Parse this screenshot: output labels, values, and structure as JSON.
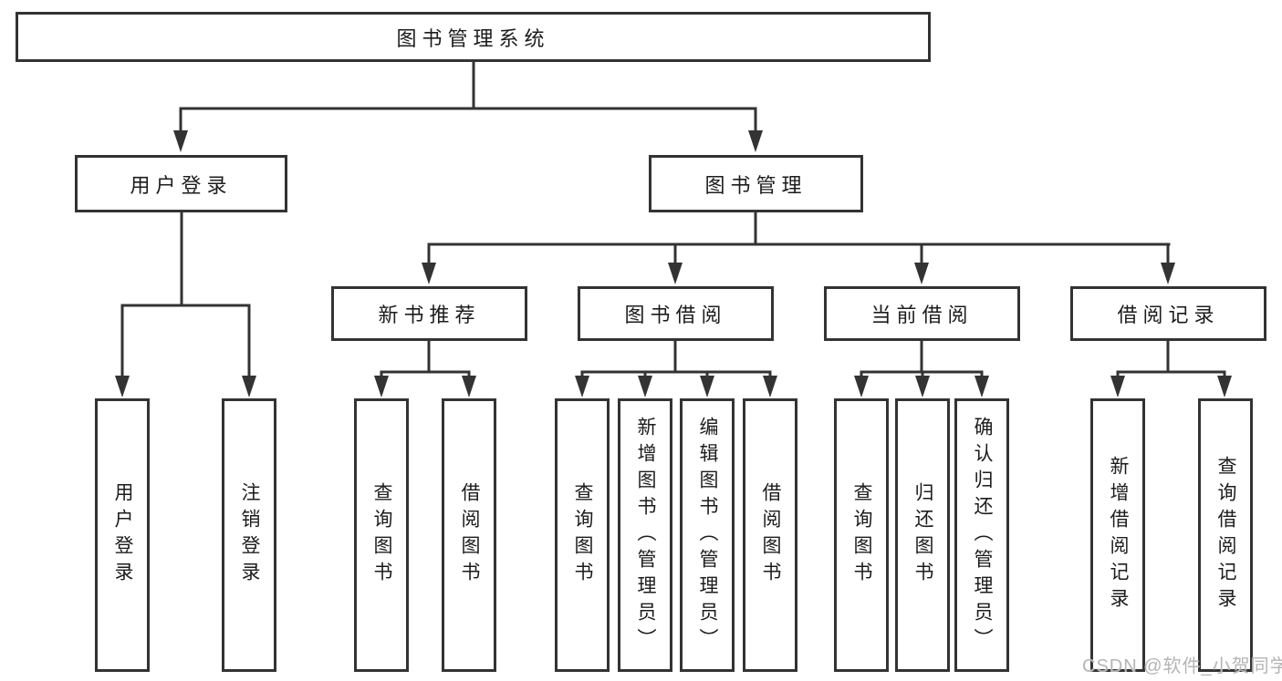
{
  "colors": {
    "background": "#ffffff",
    "line": "#333333",
    "node_border": "#333333",
    "node_fill": "#ffffff",
    "text": "#1c1c1c",
    "watermark": "#b5b5b5"
  },
  "watermark": {
    "text": "CSDN @软件_小贺同学"
  },
  "tree": {
    "root": {
      "label": "图书管理系统"
    },
    "children": [
      {
        "label": "用户登录",
        "children": [
          {
            "label": "用户登录"
          },
          {
            "label": "注销登录"
          }
        ]
      },
      {
        "label": "图书管理",
        "children": [
          {
            "label": "新书推荐",
            "children": [
              {
                "label": "查询图书"
              },
              {
                "label": "借阅图书"
              }
            ]
          },
          {
            "label": "图书借阅",
            "children": [
              {
                "label": "查询图书"
              },
              {
                "label": "新增图书（管理员）"
              },
              {
                "label": "编辑图书（管理员）"
              },
              {
                "label": "借阅图书"
              }
            ]
          },
          {
            "label": "当前借阅",
            "children": [
              {
                "label": "查询图书"
              },
              {
                "label": "归还图书"
              },
              {
                "label": "确认归还（管理员）"
              }
            ]
          },
          {
            "label": "借阅记录",
            "children": [
              {
                "label": "新增借阅记录"
              },
              {
                "label": "查询借阅记录"
              }
            ]
          }
        ]
      }
    ]
  }
}
